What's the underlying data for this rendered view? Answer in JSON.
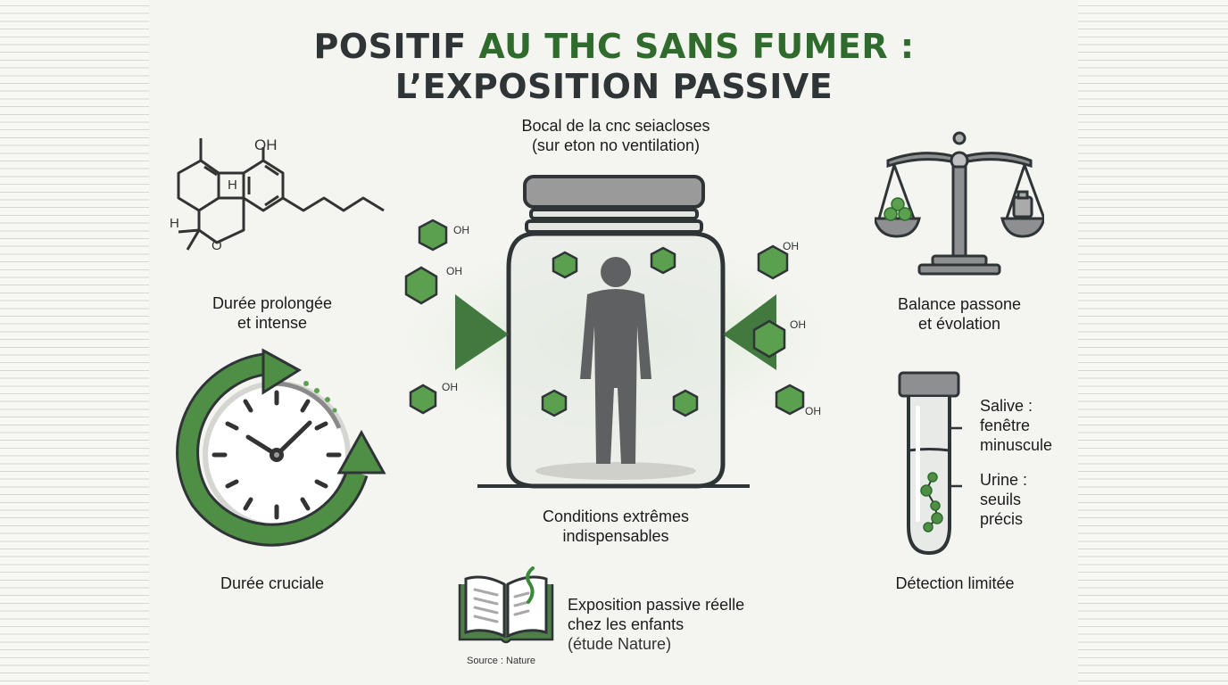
{
  "title": {
    "line1_dark": "POSITIF ",
    "line1_green": "AU THC SANS FUMER :",
    "line2": "L’EXPOSITION PASSIVE"
  },
  "center": {
    "top_caption_line1": "Bocal de la cnc seiacloses",
    "top_caption_line2": "(sur eton no ventilation)",
    "bottom_caption_line1": "Conditions extrêmes",
    "bottom_caption_line2": "indispensables",
    "molecule_label": "OH"
  },
  "left_top": {
    "caption_line1": "Durée prolongée",
    "caption_line2": "et intense",
    "atoms": {
      "oh": "OH",
      "h1": "H",
      "h2": "H",
      "o": "O"
    }
  },
  "left_bottom": {
    "caption": "Durée cruciale"
  },
  "right_top": {
    "caption_line1": "Balance passone",
    "caption_line2": "et évolation"
  },
  "right_bottom": {
    "salive_line1": "Salive :",
    "salive_line2": "fenêtre",
    "salive_line3": "minuscule",
    "urine_line1": "Urine :",
    "urine_line2": "seuils",
    "urine_line3": "précis",
    "caption": "Détection limitée"
  },
  "source": {
    "line1": "Exposition passive réelle",
    "line2": "chez les enfants",
    "line3": "(étude Nature)",
    "source_label": "Source : Nature"
  },
  "colors": {
    "green": "#2f6b2c",
    "light_green": "#5aa04e",
    "dark": "#2f3437",
    "background": "#f4f4f0"
  }
}
